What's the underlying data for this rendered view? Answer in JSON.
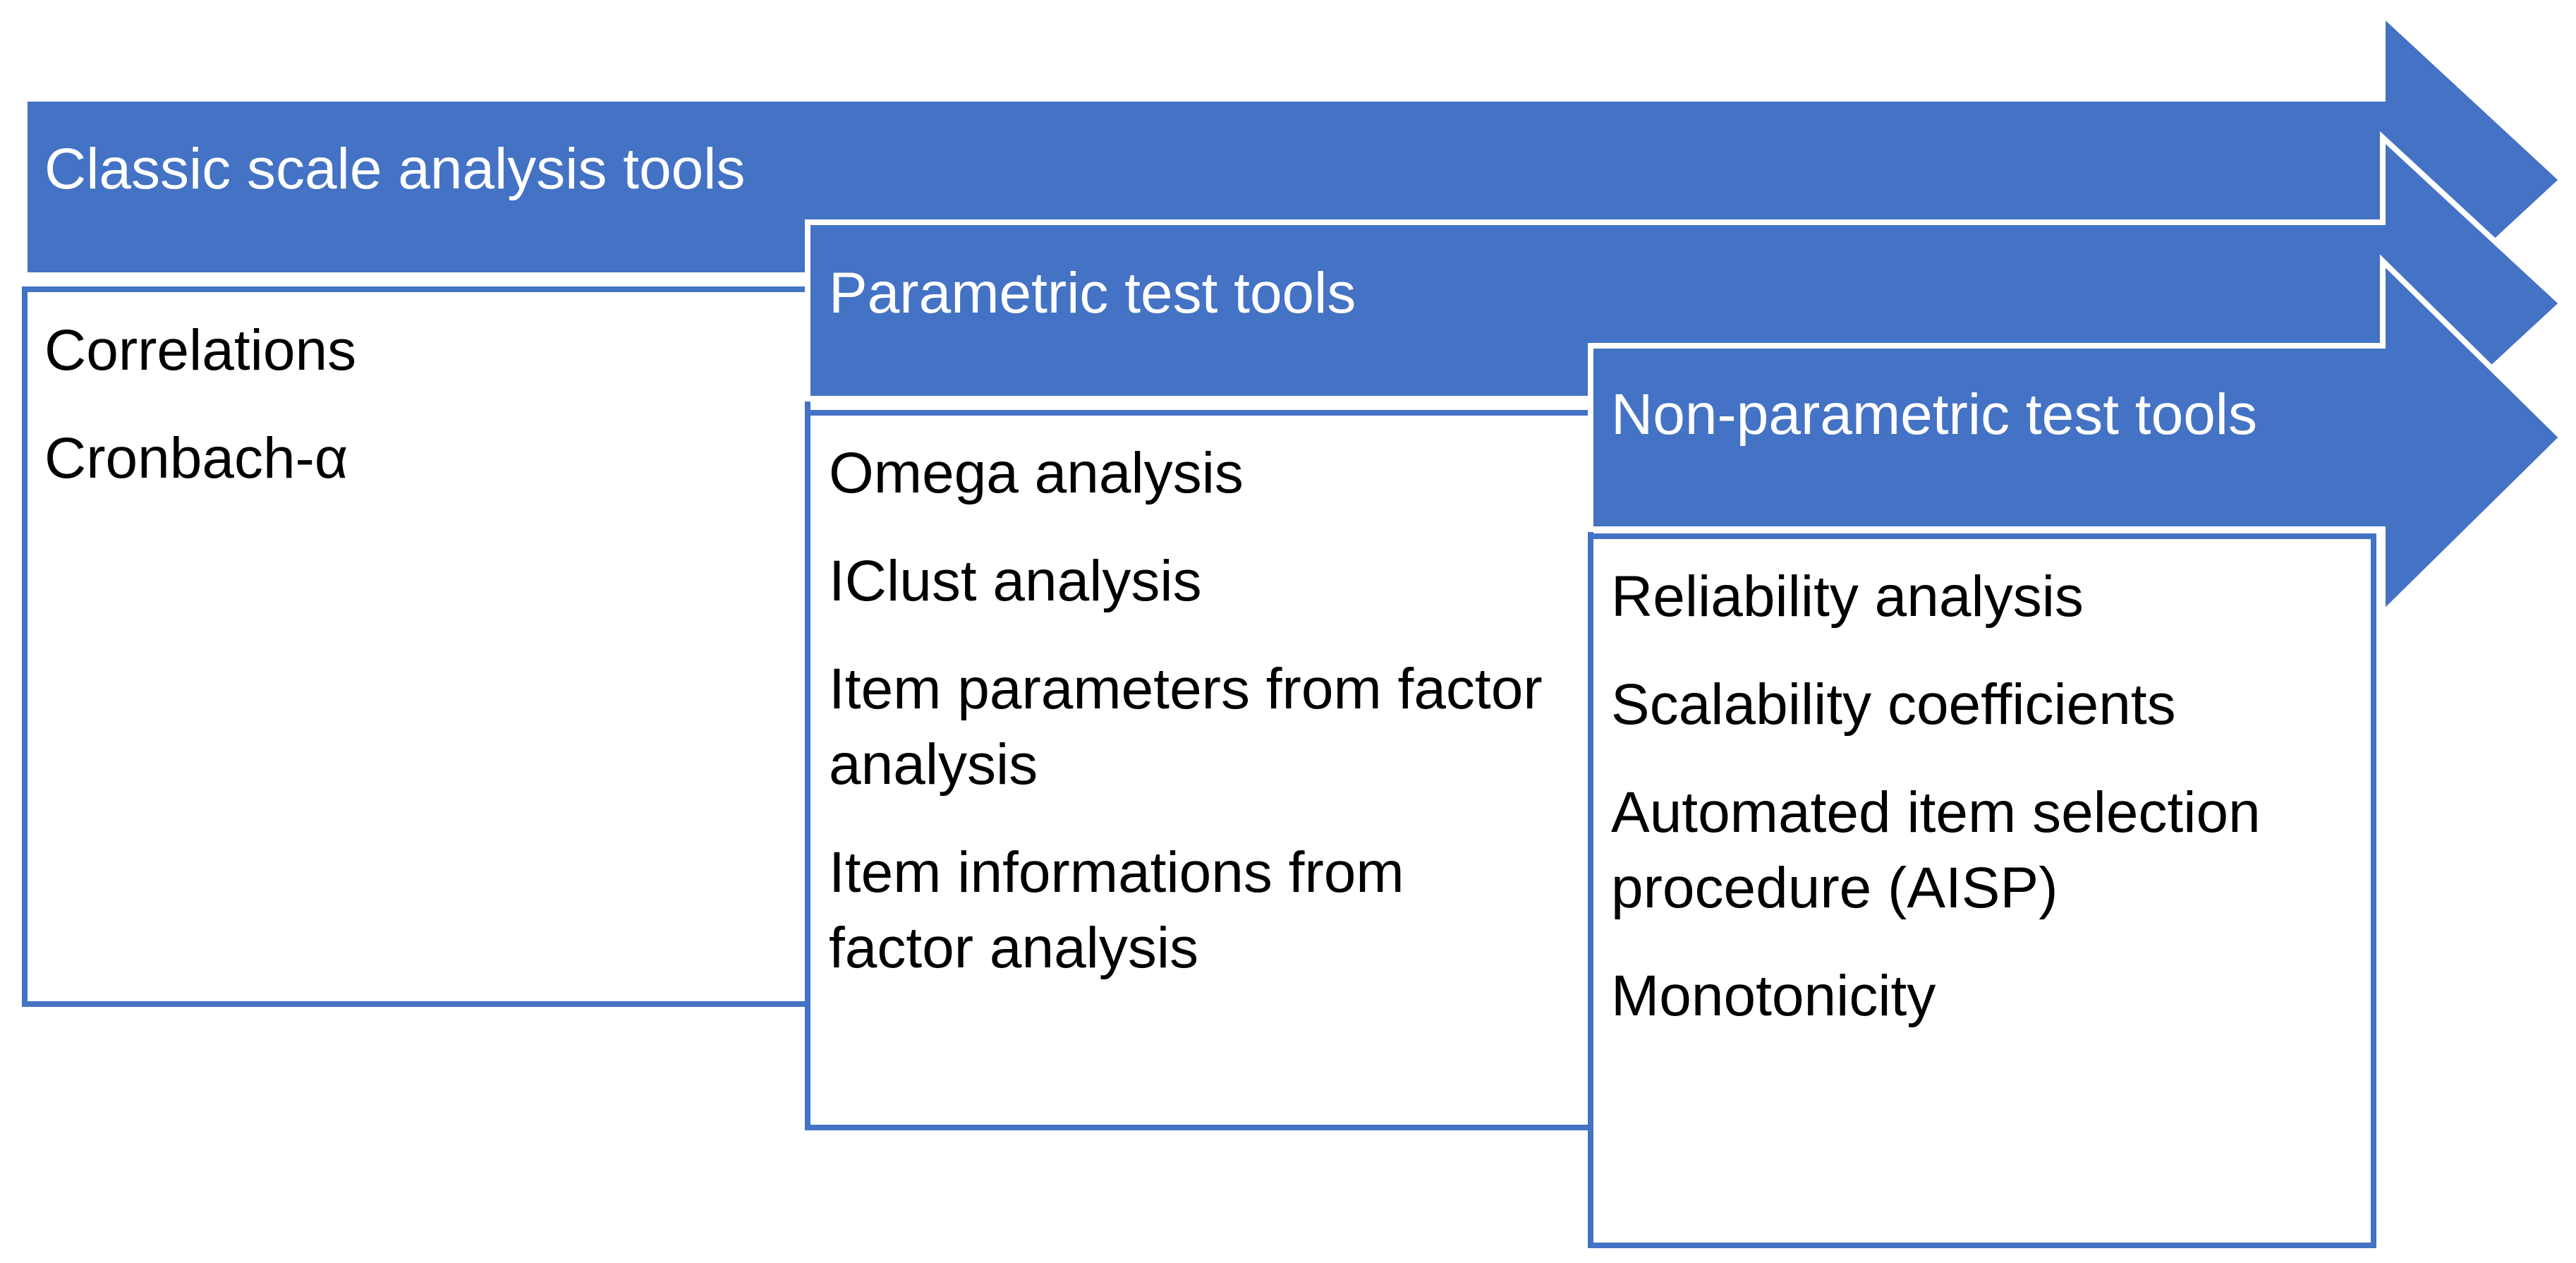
{
  "colors": {
    "arrow_fill": "#4472c4",
    "box_stroke": "#4472c4",
    "arrow_outline": "#ffffff",
    "heading_text": "#ffffff",
    "body_text": "#000000"
  },
  "stages": [
    {
      "title": "Classic scale analysis tools",
      "items": [
        "Correlations",
        "Cronbach-α"
      ]
    },
    {
      "title": "Parametric test tools",
      "items": [
        "Omega analysis",
        "IClust analysis",
        "Item parameters from factor analysis",
        "Item informations from factor analysis"
      ]
    },
    {
      "title": "Non-parametric test tools",
      "items": [
        "Reliability analysis",
        "Scalability coefficients",
        "Automated item selection procedure (AISP)",
        "Monotonicity"
      ]
    }
  ]
}
